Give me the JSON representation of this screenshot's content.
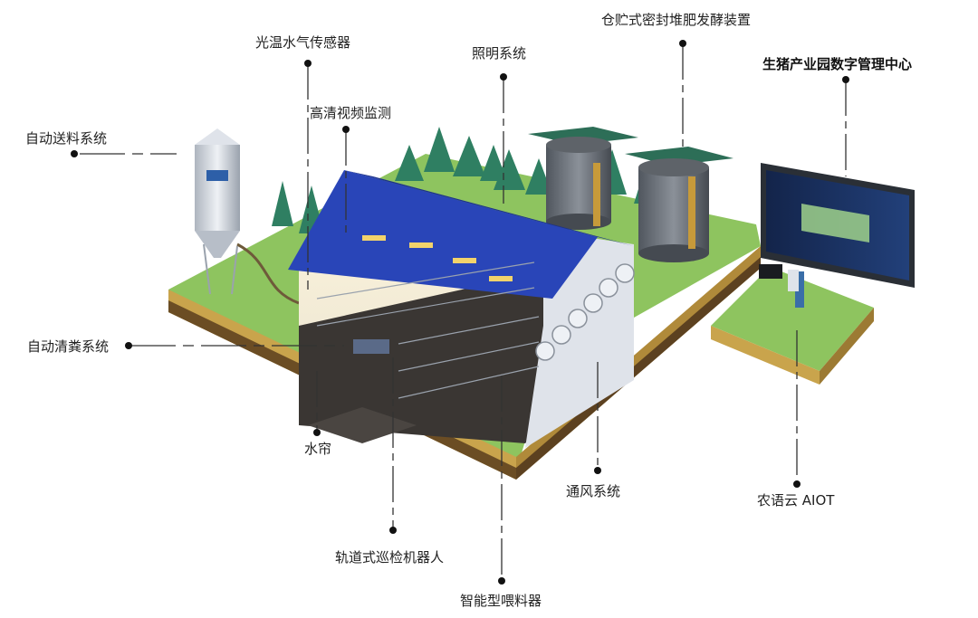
{
  "labels": {
    "feeding_system": "自动送料系统",
    "env_sensor": "光温水气传感器",
    "hd_video": "高清视频监测",
    "lighting": "照明系统",
    "fermenter": "仓贮式密封堆肥发酵装置",
    "mgmt_center": "生猪产业园数字管理中心",
    "manure_cleaning": "自动清粪系统",
    "water_curtain": "水帘",
    "ventilation": "通风系统",
    "aiot_cloud": "农语云 AIOT",
    "rail_robot": "轨道式巡检机器人",
    "smart_feeder": "智能型喂料器"
  },
  "colors": {
    "grass": "#8ec45f",
    "soil": "#7a5c2e",
    "roof": "#2945b8",
    "wall": "#dfe3ea",
    "silo": "#c9ced6",
    "tank": "#6f757d",
    "screen": "#1d2f5a",
    "tree": "#2f7f62",
    "line": "#333333"
  }
}
